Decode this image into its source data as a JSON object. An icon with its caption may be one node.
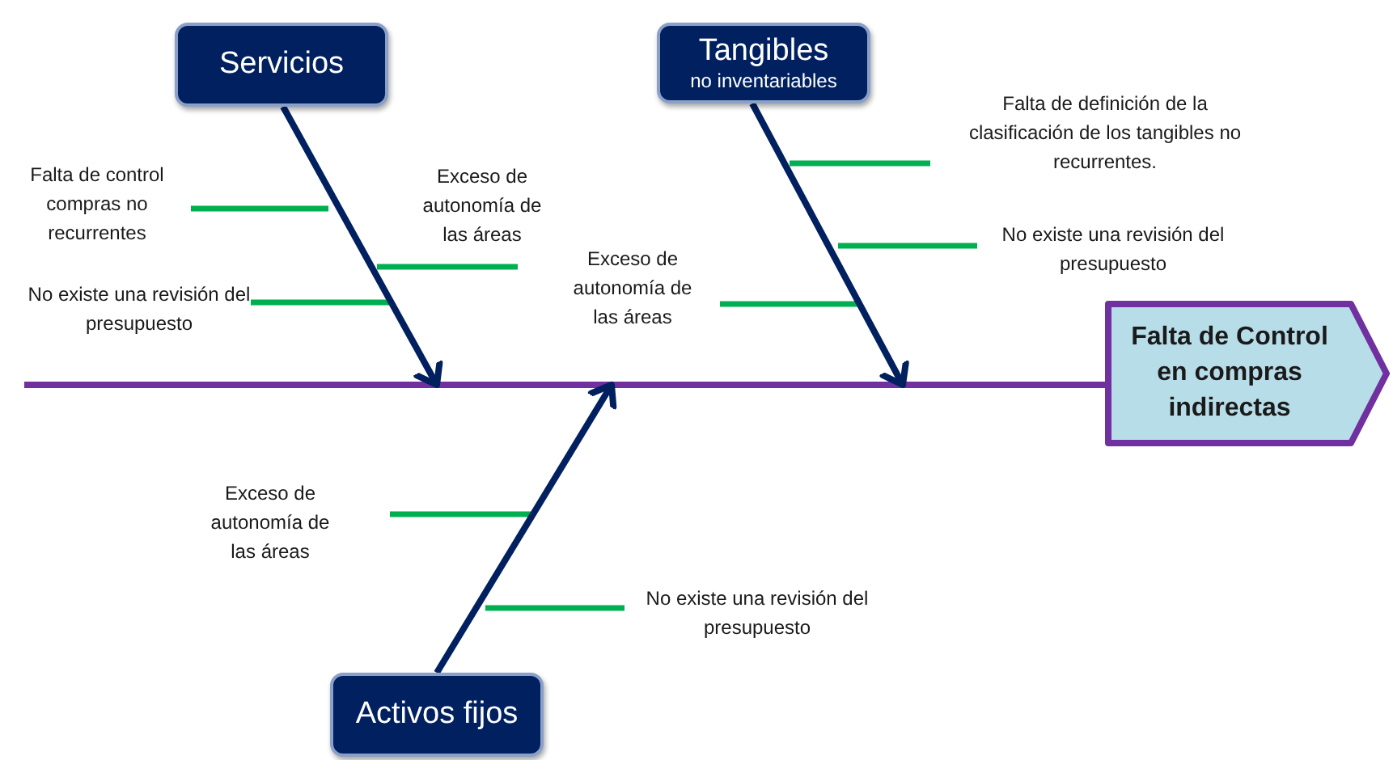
{
  "diagram": {
    "nodes": [
      {
        "text": [
          "Servicios"
        ]
      },
      {
        "text": [
          "Tangibles",
          "no inventariables"
        ]
      },
      {
        "text": [
          "Activos fijos"
        ]
      },
      {
        "text": [
          "Falta de Control en compras indirectas"
        ]
      }
    ],
    "edges": [
      {
        "from": null,
        "to": 3,
        "arrow": "none",
        "color": "#7030a0"
      },
      {
        "from": 0,
        "to": null,
        "arrow": "to"
      },
      {
        "from": 1,
        "to": null,
        "arrow": "to"
      },
      {
        "from": 2,
        "to": null,
        "arrow": "to"
      }
    ],
    "labels": [
      "Falta de control compras no recurrentes",
      "Exceso de autonomía de las áreas",
      "No existe una revisión del presupuesto",
      "Exceso de autonomía de las áreas",
      "Falta de definición de la clasificación de los tangibles no recurrentes.",
      "No existe una revisión del presupuesto",
      "Exceso de autonomía de las áreas",
      "No existe una revisión del presupuesto"
    ]
  }
}
